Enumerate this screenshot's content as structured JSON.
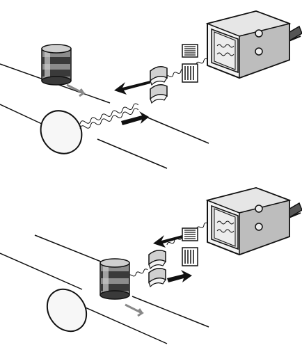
{
  "figure": {
    "panels": [
      {
        "object_position": "between-sensor-and-reflector",
        "beam_state": "interrupted"
      },
      {
        "object_position": "beside-reflector",
        "beam_state": "returned"
      }
    ]
  },
  "colors": {
    "ink": "#111111",
    "sensor_body": "#f4f4f4",
    "sensor_interior": "#dedede",
    "sensor_shade": "#bdbdbd",
    "cylinder_dark": "#3a3a3a",
    "cylinder_mid": "#8c8c8c",
    "cylinder_light": "#cfcfcf",
    "reflector_fill": "#f7f7f7",
    "motion_arrow": "#888888"
  },
  "icons": {
    "sensor": "photoelectric-sensor-housing",
    "lens": "lens-pair",
    "filter": "grating-filter",
    "object": "stacked-cylinder",
    "reflector": "disc-reflector"
  }
}
